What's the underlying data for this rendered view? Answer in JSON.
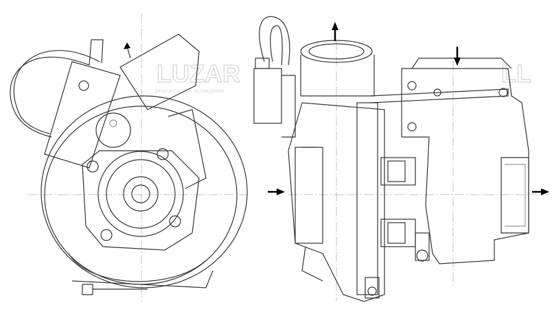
{
  "watermark": {
    "brand": "LUZAR",
    "tagline": "детали систем охлаждения"
  },
  "views": [
    "front-view",
    "side-view"
  ]
}
